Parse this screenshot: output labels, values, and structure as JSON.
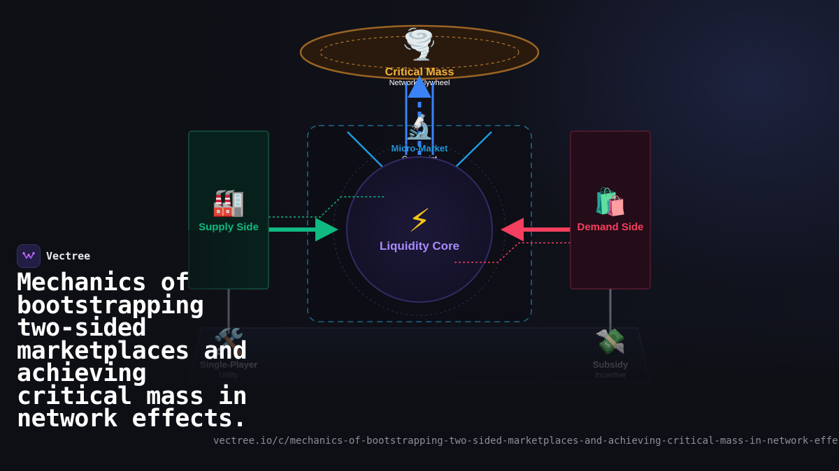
{
  "brand": {
    "name": "Vectree"
  },
  "headline": "Mechanics of bootstrapping two-sided marketplaces and achieving critical mass in network effects.",
  "url": "vectree.io/c/mechanics-of-bootstrapping-two-sided-marketplaces-and-achieving-critical-mass-in-network-effects",
  "diagram": {
    "critical_mass": {
      "icon": "tornado-icon",
      "emoji": "🌪️",
      "title": "Critical Mass",
      "subtitle": "Network Flywheel"
    },
    "micro_market": {
      "icon": "microscope-icon",
      "emoji": "🔬",
      "title": "Micro-Market",
      "subtitle": "Constraint"
    },
    "core": {
      "icon": "lightning-icon",
      "emoji": "⚡",
      "title": "Liquidity Core"
    },
    "supply": {
      "icon": "factory-icon",
      "emoji": "🏭",
      "title": "Supply Side"
    },
    "demand": {
      "icon": "shopping-bags-icon",
      "emoji": "🛍️",
      "title": "Demand Side"
    },
    "single_player": {
      "icon": "tools-icon",
      "emoji": "🛠️",
      "title": "Single-Player",
      "subtitle": "Utility"
    },
    "subsidy": {
      "icon": "money-wings-icon",
      "emoji": "💸",
      "title": "Subsidy",
      "subtitle": "Incentive"
    },
    "colors": {
      "supply": "#10b981",
      "demand": "#f43f5e",
      "core": "#a78bfa",
      "micro": "#1e9be0",
      "critical": "#f5b53a",
      "up_arrow": "#3b82f6"
    }
  }
}
